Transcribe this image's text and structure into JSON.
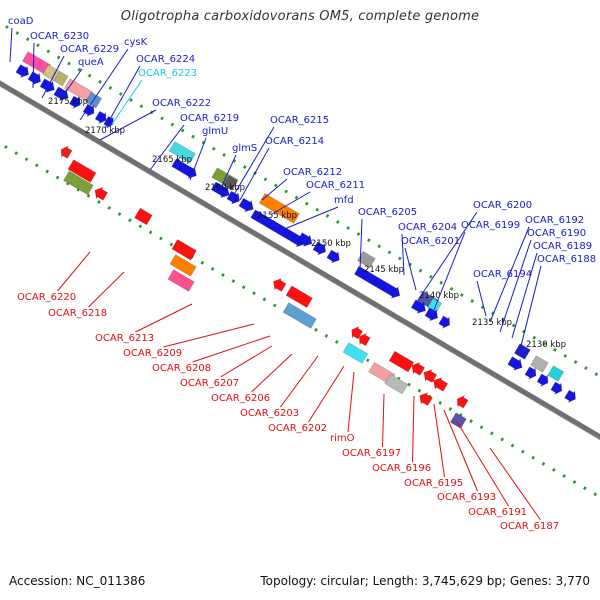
{
  "title": "Oligotropha carboxidovorans OM5, complete genome",
  "footer": {
    "accession": "Accession: NC_011386",
    "summary": "Topology: circular; Length: 3,745,629 bp; Genes: 3,770"
  },
  "colors": {
    "forward_label": "#1a1acc",
    "reverse_label": "#e01010",
    "highlight_label": "#19c9e8",
    "backbone": "#707070",
    "tick_dots": "#2a9a2a"
  },
  "ruler": [
    {
      "label": "2175 kbp"
    },
    {
      "label": "2170 kbp"
    },
    {
      "label": "2165 kbp"
    },
    {
      "label": "2160 kbp"
    },
    {
      "label": "2155 kbp"
    },
    {
      "label": "2150 kbp"
    },
    {
      "label": "2145 kbp"
    },
    {
      "label": "2140 kbp"
    },
    {
      "label": "2135 kbp"
    },
    {
      "label": "2130 kbp"
    }
  ],
  "forward_labels": [
    {
      "text": "coaD",
      "color": "blue"
    },
    {
      "text": "OCAR_6230",
      "color": "blue"
    },
    {
      "text": "OCAR_6229",
      "color": "blue"
    },
    {
      "text": "queA",
      "color": "blue"
    },
    {
      "text": "cysK",
      "color": "blue"
    },
    {
      "text": "OCAR_6224",
      "color": "blue"
    },
    {
      "text": "OCAR_6223",
      "color": "cyan"
    },
    {
      "text": "OCAR_6222",
      "color": "blue"
    },
    {
      "text": "OCAR_6219",
      "color": "blue"
    },
    {
      "text": "glmU",
      "color": "blue"
    },
    {
      "text": "glmS",
      "color": "blue"
    },
    {
      "text": "OCAR_6215",
      "color": "blue"
    },
    {
      "text": "OCAR_6214",
      "color": "blue"
    },
    {
      "text": "OCAR_6212",
      "color": "blue"
    },
    {
      "text": "OCAR_6211",
      "color": "blue"
    },
    {
      "text": "mfd",
      "color": "blue"
    },
    {
      "text": "OCAR_6205",
      "color": "blue"
    },
    {
      "text": "OCAR_6204",
      "color": "blue"
    },
    {
      "text": "OCAR_6201",
      "color": "blue"
    },
    {
      "text": "OCAR_6200",
      "color": "blue"
    },
    {
      "text": "OCAR_6199",
      "color": "blue"
    },
    {
      "text": "OCAR_6194",
      "color": "blue"
    },
    {
      "text": "OCAR_6192",
      "color": "blue"
    },
    {
      "text": "OCAR_6190",
      "color": "blue"
    },
    {
      "text": "OCAR_6189",
      "color": "blue"
    },
    {
      "text": "OCAR_6188",
      "color": "blue"
    }
  ],
  "reverse_labels": [
    {
      "text": "OCAR_6220"
    },
    {
      "text": "OCAR_6218"
    },
    {
      "text": "OCAR_6213"
    },
    {
      "text": "OCAR_6209"
    },
    {
      "text": "OCAR_6208"
    },
    {
      "text": "OCAR_6207"
    },
    {
      "text": "OCAR_6206"
    },
    {
      "text": "OCAR_6203"
    },
    {
      "text": "OCAR_6202"
    },
    {
      "text": "rimO"
    },
    {
      "text": "OCAR_6197"
    },
    {
      "text": "OCAR_6196"
    },
    {
      "text": "OCAR_6195"
    },
    {
      "text": "OCAR_6193"
    },
    {
      "text": "OCAR_6191"
    },
    {
      "text": "OCAR_6187"
    }
  ]
}
